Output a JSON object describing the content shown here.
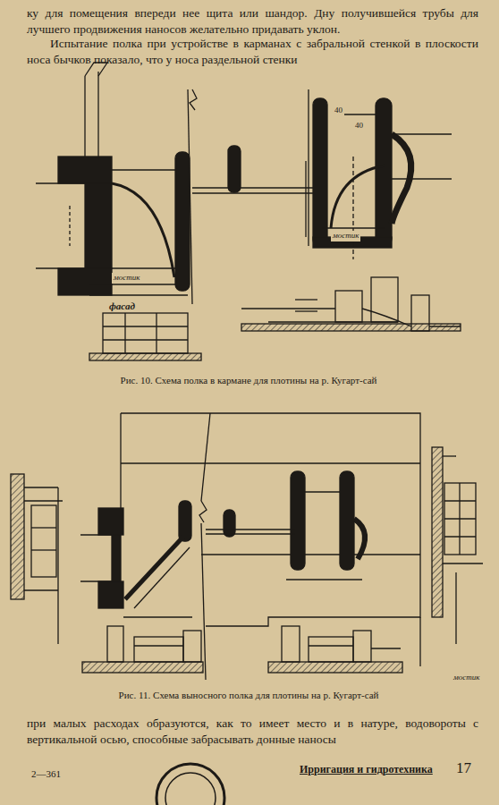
{
  "diagram": {
    "labels": [
      "ку для помещения впереди нее щита или шандор. Дну получившейся трубы для лучшего продвижения наносов желательно придавать уклон.",
      "Испытание полка при устройстве в карманах с забральной стенкой в плоскости носа бычков показало, что у носа раздельной стенки",
      "40",
      "40",
      "мостик",
      "мостик",
      "фасад",
      "Рис. 10. Схема полка в кармане для плотины на р. Кугарт-сай",
      "мостик",
      "Рис. 11. Схема выносного полка для плотины на р. Кугарт-сай",
      "при малых расходах образуются, как то имеет место и в натуре, водовороты с вертикальной осью, способные забрасывать донные наносы",
      "2—361",
      "Ирригация и гидротехника",
      "17"
    ]
  }
}
